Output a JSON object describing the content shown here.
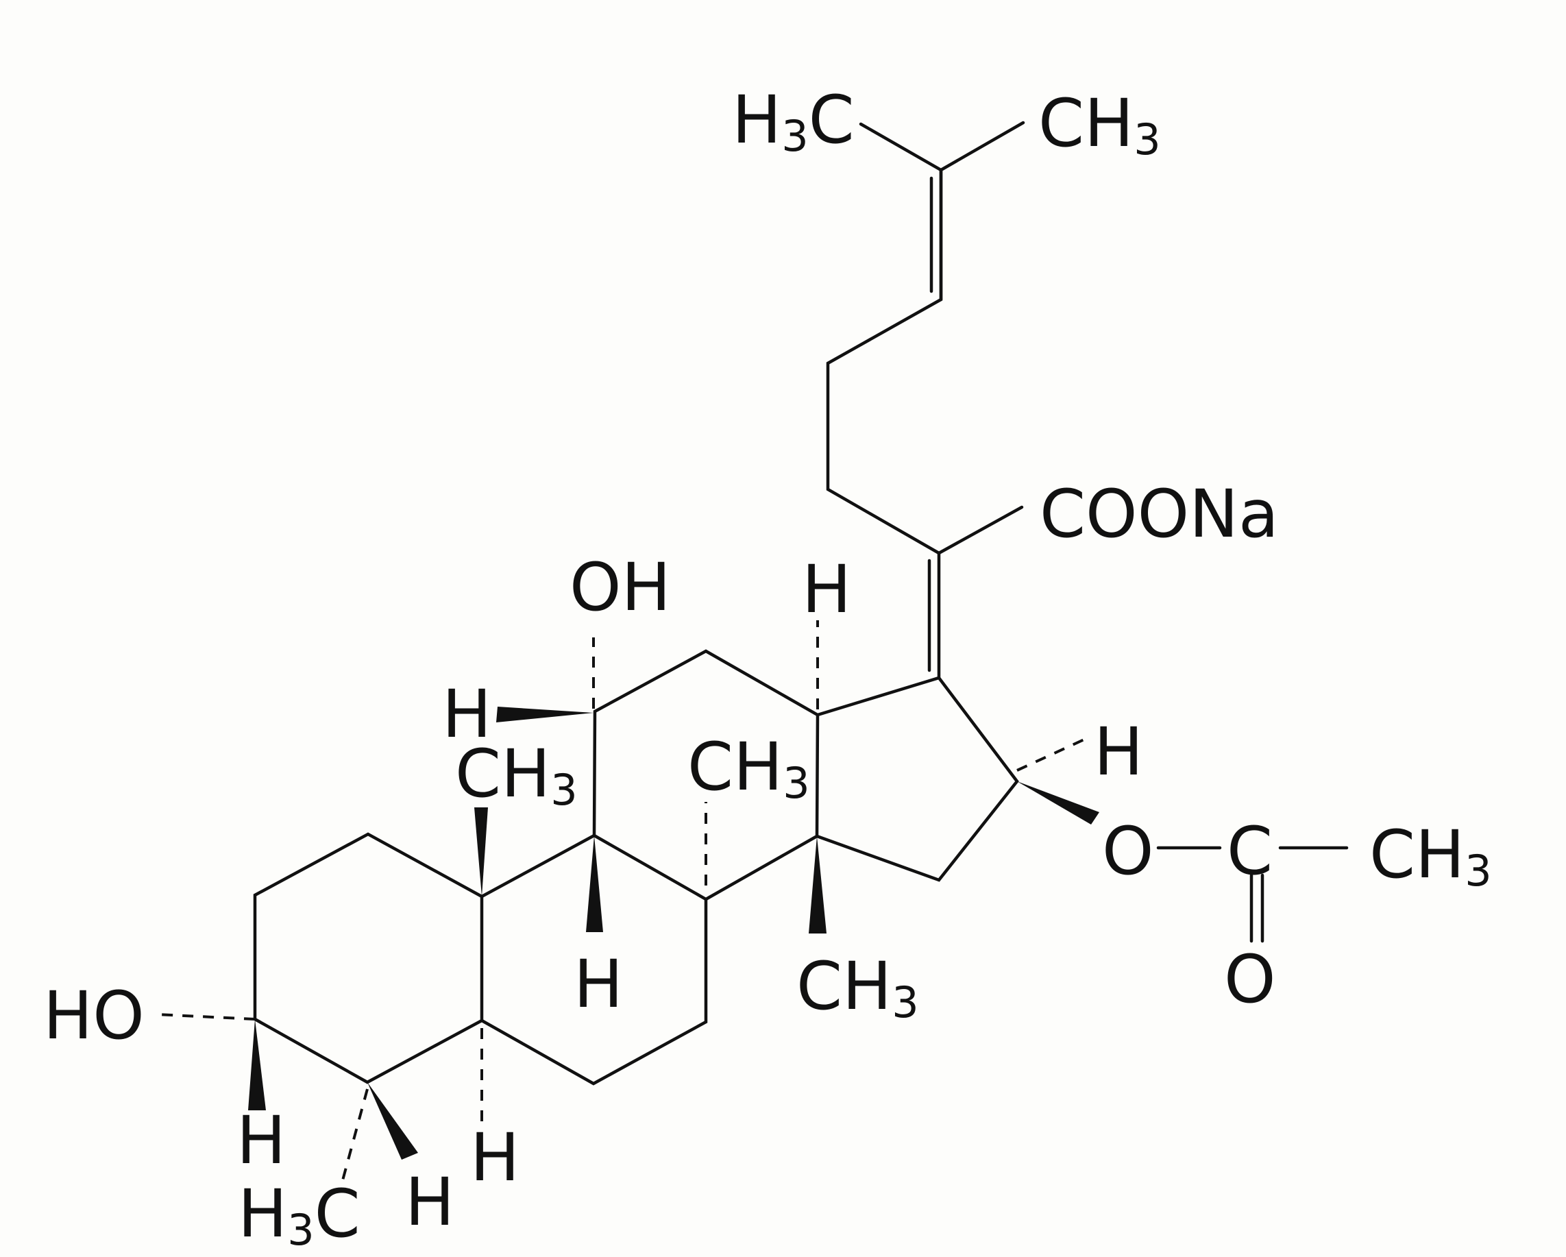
{
  "diagram": {
    "type": "chemical-structure",
    "labels": {
      "h3c_top": {
        "main": "H",
        "sub": "3",
        "tail": "C"
      },
      "ch3_top": {
        "main": "CH",
        "sub": "3"
      },
      "coona": "COONa",
      "oh_c11": "OH",
      "h_c17": "H",
      "h_c11": "H",
      "ch3_c10": {
        "main": "CH",
        "sub": "3"
      },
      "ch3_c13": {
        "main": "CH",
        "sub": "3"
      },
      "h_c16": "H",
      "o_ester": "O",
      "c_carbonyl": "C",
      "ch3_acetyl": {
        "main": "CH",
        "sub": "3"
      },
      "o_carbonyl": "O",
      "h_c9": "H",
      "ch3_c14": {
        "main": "CH",
        "sub": "3"
      },
      "ho_c3": "HO",
      "h_c3": "H",
      "h_c5": "H",
      "h3c_c4": {
        "main": "H",
        "sub": "3",
        "tail": "C"
      },
      "h_c4": "H"
    }
  }
}
